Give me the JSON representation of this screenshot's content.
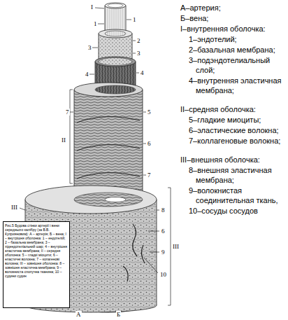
{
  "diagram": {
    "caption": "Рис.5 Будова стінки артерії і вени середнього калібру (за В.В. Куприяновим): А – артерія; Б – вена; I – внутрішня оболонка: 1 – ендотелій; 2 – базальна мембрана; 3 – підендотеліальний шар; 4 – внутрішня еластична мембрана; II – середня оболонка: 5 – гладкі міоцити; 6 – еластичні волокна; 7 – колагенові волокна; III – зовнішня оболонка: 8 – зовнішня еластична мембрана; 9 – волокниста сполучна тканина; 10 – судини судин",
    "labels": [
      "I",
      "1",
      "3",
      "4",
      "7",
      "II",
      "III",
      "1",
      "2",
      "3",
      "4",
      "5",
      "6",
      "7",
      "8",
      "6",
      "9",
      "10",
      "III",
      "А",
      "Б",
      "А–артерия;",
      "Б–вена;",
      "I–внутренняя оболочка:",
      "1–эндотелий;",
      "2–базальная мембрана;",
      "3–подэндотелиальный слой;",
      "4–внутренняя эластичная мембрана;",
      "II–средняя оболочка:",
      "5–гладкие миоциты;",
      "6–эластические волокна;",
      "7–коллагеновые волокна;",
      "III–внешняя оболочка:",
      "8–внешняя эластичная мембрана;",
      "9–волокнистая соединительная ткань,",
      "10–сосуды сосудов"
    ]
  }
}
